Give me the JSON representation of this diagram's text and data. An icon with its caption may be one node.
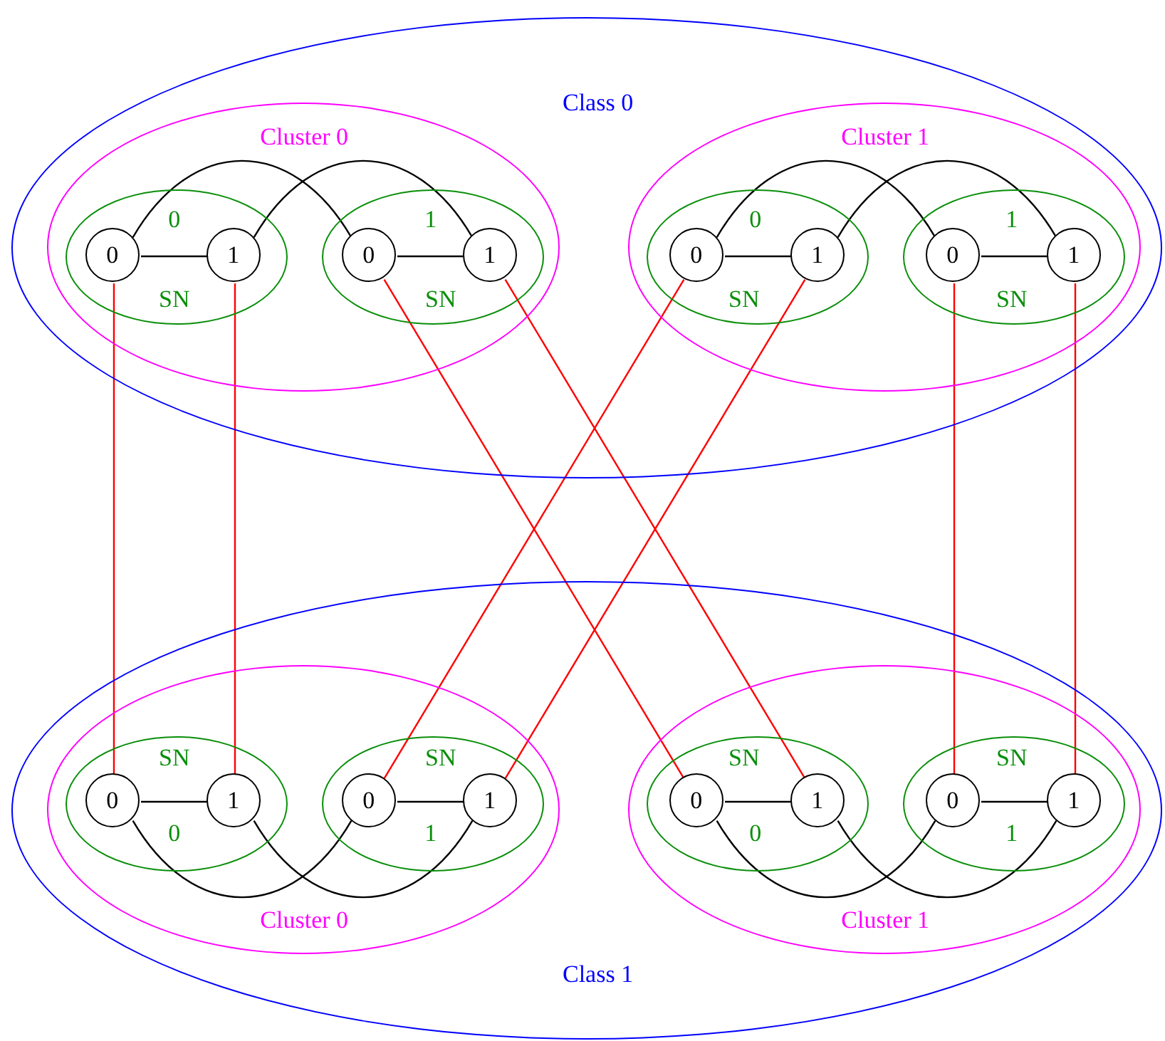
{
  "diagram": {
    "nodes": [
      {
        "text": [
          "Class 0"
        ]
      },
      {
        "text": [
          "Cluster 0"
        ],
        "in": 0
      },
      {
        "text": [
          "0",
          "SN"
        ],
        "in": 1
      },
      {
        "text": [
          "0"
        ],
        "in": 2
      },
      {
        "text": [
          "1"
        ],
        "in": 2
      },
      {
        "text": [
          "1",
          "SN"
        ],
        "in": 1
      },
      {
        "text": [
          "0"
        ],
        "in": 5
      },
      {
        "text": [
          "1"
        ],
        "in": 5
      },
      {
        "text": [
          "Cluster 1"
        ],
        "in": 0
      },
      {
        "text": [
          "0",
          "SN"
        ],
        "in": 8
      },
      {
        "text": [
          "0"
        ],
        "in": 9
      },
      {
        "text": [
          "1"
        ],
        "in": 9
      },
      {
        "text": [
          "1",
          "SN"
        ],
        "in": 8
      },
      {
        "text": [
          "0"
        ],
        "in": 12
      },
      {
        "text": [
          "1"
        ],
        "in": 12
      },
      {
        "text": [
          "Class 1"
        ]
      },
      {
        "text": [
          "Cluster 0"
        ],
        "in": 15
      },
      {
        "text": [
          "SN",
          "0"
        ],
        "in": 16
      },
      {
        "text": [
          "0"
        ],
        "in": 17
      },
      {
        "text": [
          "1"
        ],
        "in": 17
      },
      {
        "text": [
          "SN",
          "1"
        ],
        "in": 16
      },
      {
        "text": [
          "0"
        ],
        "in": 20
      },
      {
        "text": [
          "1"
        ],
        "in": 20
      },
      {
        "text": [
          "Cluster 1"
        ],
        "in": 15
      },
      {
        "text": [
          "SN",
          "0"
        ],
        "in": 23
      },
      {
        "text": [
          "0"
        ],
        "in": 24
      },
      {
        "text": [
          "1"
        ],
        "in": 24
      },
      {
        "text": [
          "SN",
          "1"
        ],
        "in": 23
      },
      {
        "text": [
          "0"
        ],
        "in": 27
      },
      {
        "text": [
          "1"
        ],
        "in": 27
      }
    ],
    "edges": [
      {
        "from": 3,
        "to": 4,
        "arrow": "none"
      },
      {
        "from": 6,
        "to": 7,
        "arrow": "none"
      },
      {
        "from": 3,
        "to": 6,
        "arrow": "none"
      },
      {
        "from": 4,
        "to": 7,
        "arrow": "none"
      },
      {
        "from": 10,
        "to": 11,
        "arrow": "none"
      },
      {
        "from": 13,
        "to": 14,
        "arrow": "none"
      },
      {
        "from": 10,
        "to": 13,
        "arrow": "none"
      },
      {
        "from": 11,
        "to": 14,
        "arrow": "none"
      },
      {
        "from": 18,
        "to": 19,
        "arrow": "none"
      },
      {
        "from": 21,
        "to": 22,
        "arrow": "none"
      },
      {
        "from": 18,
        "to": 21,
        "arrow": "none"
      },
      {
        "from": 19,
        "to": 22,
        "arrow": "none"
      },
      {
        "from": 25,
        "to": 26,
        "arrow": "none"
      },
      {
        "from": 28,
        "to": 29,
        "arrow": "none"
      },
      {
        "from": 25,
        "to": 28,
        "arrow": "none"
      },
      {
        "from": 26,
        "to": 29,
        "arrow": "none"
      },
      {
        "from": 3,
        "to": 18,
        "arrow": "none",
        "color": "#ff0000"
      },
      {
        "from": 4,
        "to": 19,
        "arrow": "none",
        "color": "#ff0000"
      },
      {
        "from": 6,
        "to": 25,
        "arrow": "none",
        "color": "#ff0000"
      },
      {
        "from": 7,
        "to": 26,
        "arrow": "none",
        "color": "#ff0000"
      },
      {
        "from": 10,
        "to": 21,
        "arrow": "none",
        "color": "#ff0000"
      },
      {
        "from": 11,
        "to": 22,
        "arrow": "none",
        "color": "#ff0000"
      },
      {
        "from": 13,
        "to": 28,
        "arrow": "none",
        "color": "#ff0000"
      },
      {
        "from": 14,
        "to": 29,
        "arrow": "none",
        "color": "#ff0000"
      }
    ]
  }
}
